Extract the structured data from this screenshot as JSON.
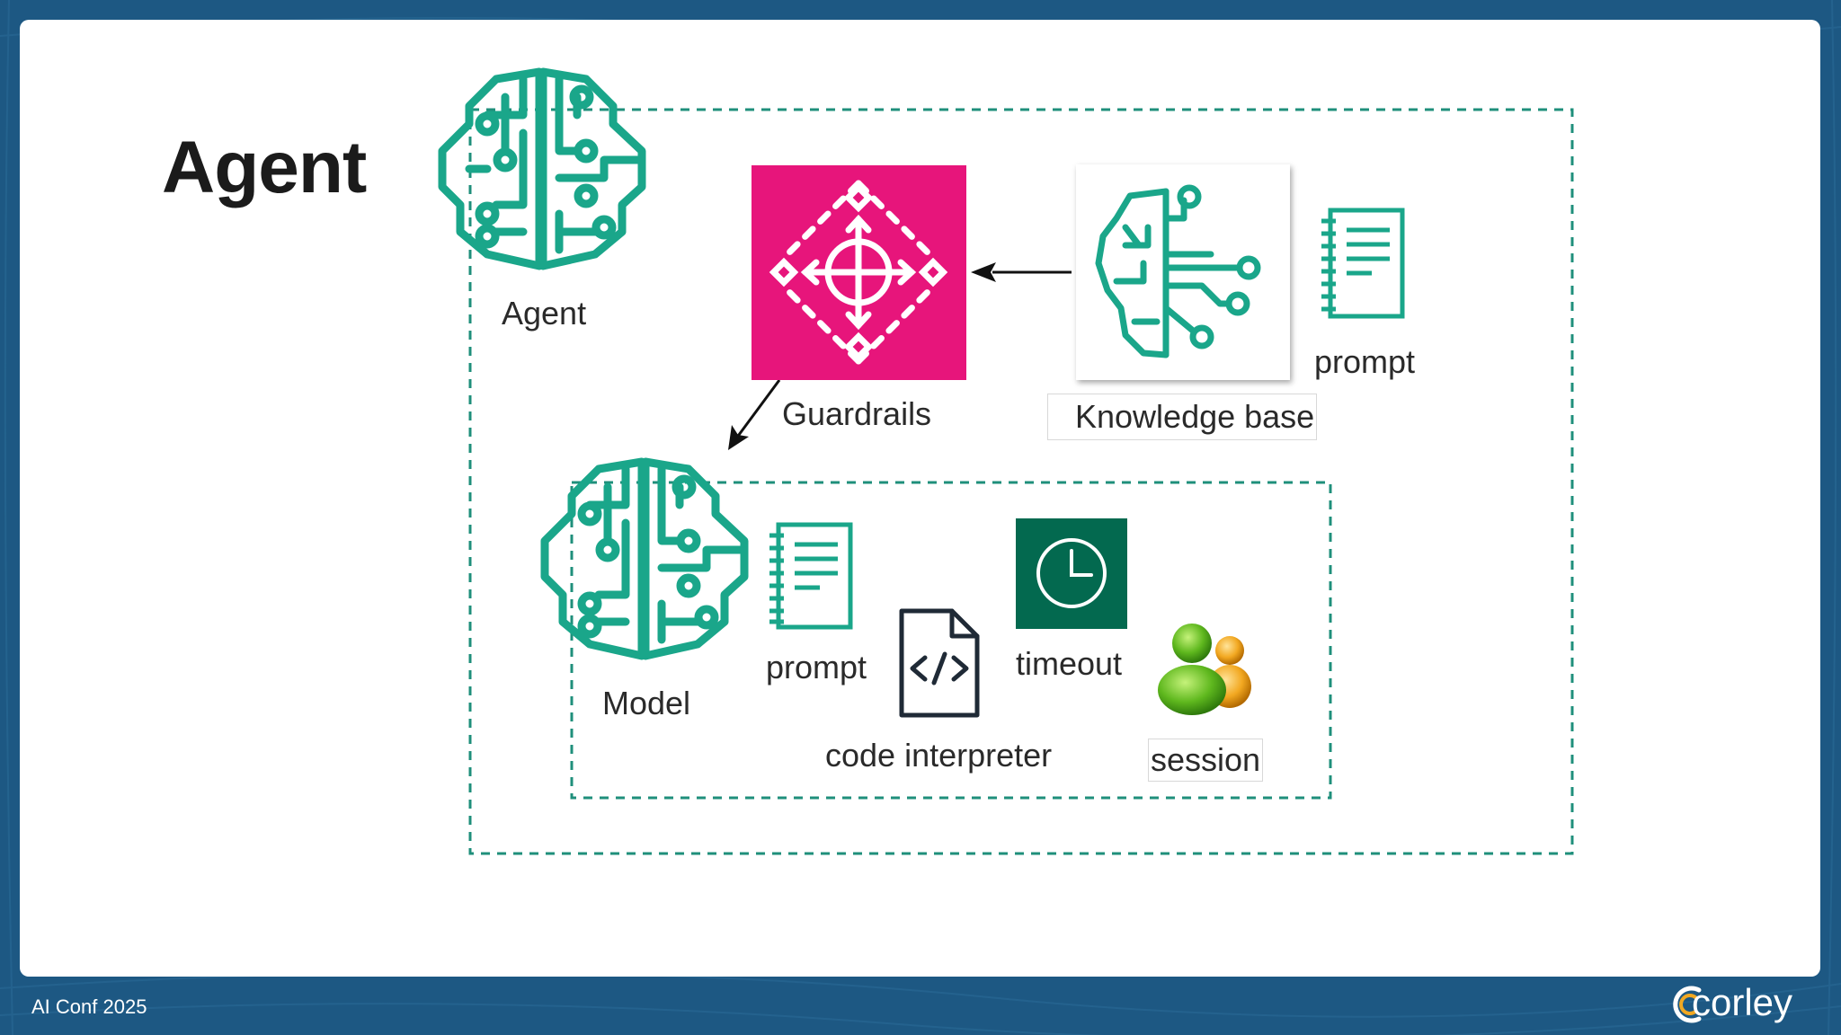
{
  "slide": {
    "title": "Agent"
  },
  "nodes": {
    "agent": "Agent",
    "guardrails": "Guardrails",
    "knowledge_base": "Knowledge base",
    "kb_prompt": "prompt",
    "model": "Model",
    "model_prompt": "prompt",
    "code_interpreter": "code interpreter",
    "timeout": "timeout",
    "session": "session"
  },
  "icons": {
    "agent": "brain-circuit-icon",
    "guardrails": "guardrails-icon",
    "knowledge_base": "knowledge-base-icon",
    "prompt": "notepad-icon",
    "model": "brain-circuit-icon",
    "code_interpreter": "code-file-icon",
    "timeout": "clock-icon",
    "session": "users-icon"
  },
  "colors": {
    "teal": "#1aa68a",
    "guardrails": "#e7157b",
    "timeout": "#03694f",
    "background": "#1d5883"
  },
  "footer": {
    "conference": "AI Conf 2025",
    "brand": "corley"
  }
}
